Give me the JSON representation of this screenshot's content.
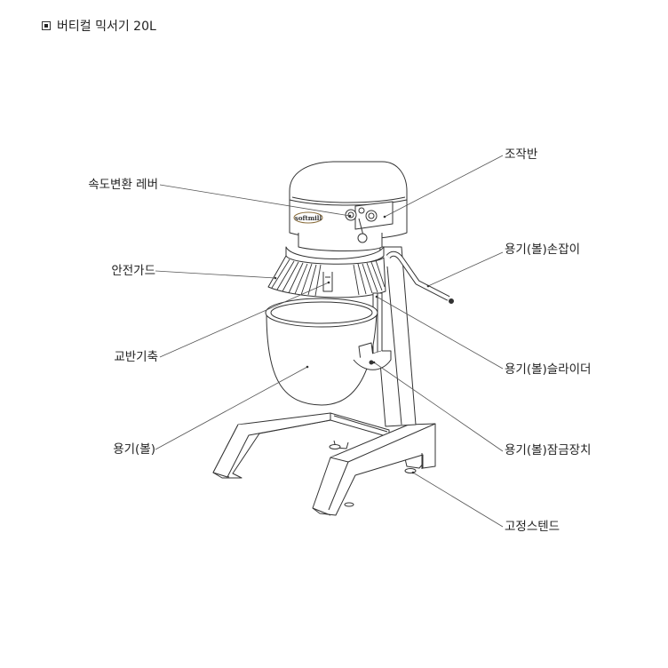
{
  "title": {
    "icon": "square-bullet-icon",
    "text": "버티컬 믹서기 20L"
  },
  "labels": {
    "speed_lever": "속도변환 레버",
    "safety_guard": "안전가드",
    "mixing_shaft": "교반기축",
    "bowl": "용기(볼)",
    "control_panel": "조작반",
    "bowl_handle": "용기(볼)손잡이",
    "bowl_slider": "용기(볼)슬라이더",
    "bowl_lock": "용기(볼)잠금장치",
    "fixed_stand": "고정스텐드"
  },
  "brand_badge": "softmill"
}
